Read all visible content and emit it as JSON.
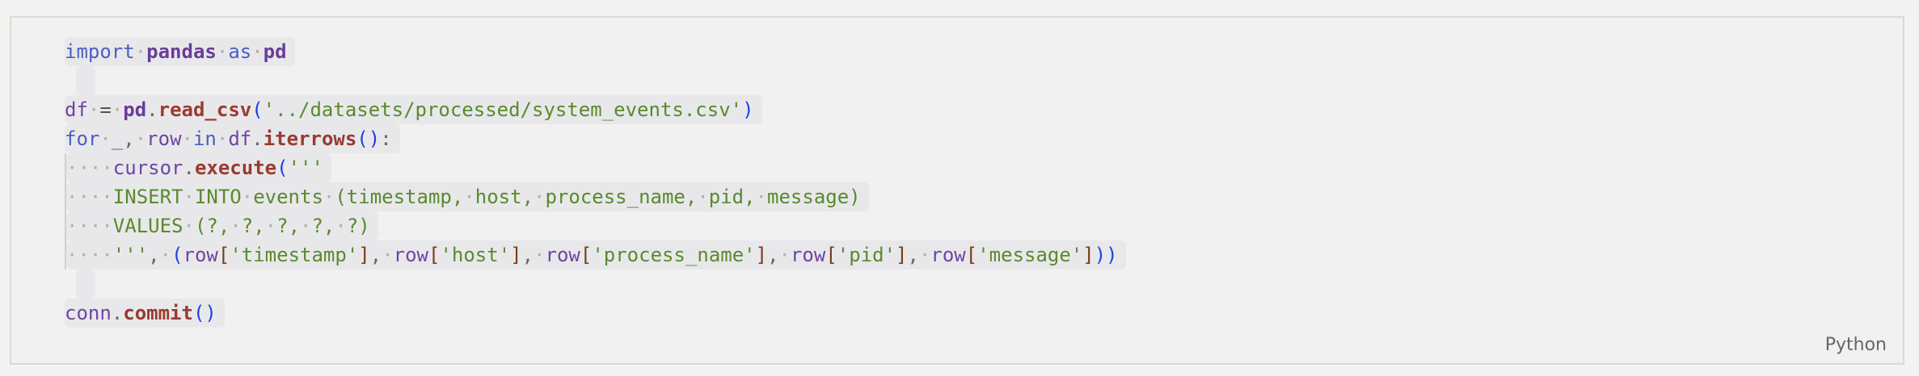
{
  "language_label": "Python",
  "colors": {
    "keyword": "#4b5fc0",
    "module": "#6a3d9a",
    "function": "#9b3a2f",
    "string": "#5a8a2c",
    "paren": "#1f3fe6"
  },
  "code_lines": [
    [
      [
        "kw",
        "import"
      ],
      [
        "ws",
        "·"
      ],
      [
        "mod",
        "pandas"
      ],
      [
        "ws",
        "·"
      ],
      [
        "kw",
        "as"
      ],
      [
        "ws",
        "·"
      ],
      [
        "mod",
        "pd"
      ]
    ],
    [],
    [
      [
        "var",
        "df"
      ],
      [
        "ws",
        "·"
      ],
      [
        "op",
        "="
      ],
      [
        "ws",
        "·"
      ],
      [
        "mod",
        "pd"
      ],
      [
        "punc",
        "."
      ],
      [
        "fn",
        "read_csv"
      ],
      [
        "paren",
        "("
      ],
      [
        "str",
        "'../datasets/processed/system_events.csv'"
      ],
      [
        "paren",
        ")"
      ]
    ],
    [
      [
        "kw",
        "for"
      ],
      [
        "ws",
        "·"
      ],
      [
        "var",
        "_"
      ],
      [
        "punc",
        ","
      ],
      [
        "ws",
        "·"
      ],
      [
        "var",
        "row"
      ],
      [
        "ws",
        "·"
      ],
      [
        "kw",
        "in"
      ],
      [
        "ws",
        "·"
      ],
      [
        "var",
        "df"
      ],
      [
        "punc",
        "."
      ],
      [
        "fn",
        "iterrows"
      ],
      [
        "paren",
        "()"
      ],
      [
        "punc",
        ":"
      ]
    ],
    [
      [
        "ws",
        "····"
      ],
      [
        "var",
        "cursor"
      ],
      [
        "punc",
        "."
      ],
      [
        "fn",
        "execute"
      ],
      [
        "paren",
        "("
      ],
      [
        "str",
        "'''"
      ]
    ],
    [
      [
        "ws",
        "····"
      ],
      [
        "str",
        "INSERT"
      ],
      [
        "ws",
        "·"
      ],
      [
        "str",
        "INTO"
      ],
      [
        "ws",
        "·"
      ],
      [
        "str",
        "events"
      ],
      [
        "ws",
        "·"
      ],
      [
        "str",
        "(timestamp,"
      ],
      [
        "ws",
        "·"
      ],
      [
        "str",
        "host,"
      ],
      [
        "ws",
        "·"
      ],
      [
        "str",
        "process_name,"
      ],
      [
        "ws",
        "·"
      ],
      [
        "str",
        "pid,"
      ],
      [
        "ws",
        "·"
      ],
      [
        "str",
        "message)"
      ]
    ],
    [
      [
        "ws",
        "····"
      ],
      [
        "str",
        "VALUES"
      ],
      [
        "ws",
        "·"
      ],
      [
        "str",
        "(?,"
      ],
      [
        "ws",
        "·"
      ],
      [
        "str",
        "?,"
      ],
      [
        "ws",
        "·"
      ],
      [
        "str",
        "?,"
      ],
      [
        "ws",
        "·"
      ],
      [
        "str",
        "?,"
      ],
      [
        "ws",
        "·"
      ],
      [
        "str",
        "?)"
      ]
    ],
    [
      [
        "ws",
        "····"
      ],
      [
        "str",
        "'''"
      ],
      [
        "punc",
        ","
      ],
      [
        "ws",
        "·"
      ],
      [
        "paren",
        "("
      ],
      [
        "var",
        "row"
      ],
      [
        "brk",
        "["
      ],
      [
        "str",
        "'timestamp'"
      ],
      [
        "brk",
        "]"
      ],
      [
        "punc",
        ","
      ],
      [
        "ws",
        "·"
      ],
      [
        "var",
        "row"
      ],
      [
        "brk",
        "["
      ],
      [
        "str",
        "'host'"
      ],
      [
        "brk",
        "]"
      ],
      [
        "punc",
        ","
      ],
      [
        "ws",
        "·"
      ],
      [
        "var",
        "row"
      ],
      [
        "brk",
        "["
      ],
      [
        "str",
        "'process_name'"
      ],
      [
        "brk",
        "]"
      ],
      [
        "punc",
        ","
      ],
      [
        "ws",
        "·"
      ],
      [
        "var",
        "row"
      ],
      [
        "brk",
        "["
      ],
      [
        "str",
        "'pid'"
      ],
      [
        "brk",
        "]"
      ],
      [
        "punc",
        ","
      ],
      [
        "ws",
        "·"
      ],
      [
        "var",
        "row"
      ],
      [
        "brk",
        "["
      ],
      [
        "str",
        "'message'"
      ],
      [
        "brk",
        "]"
      ],
      [
        "paren",
        ")"
      ],
      [
        "paren",
        ")"
      ]
    ],
    [],
    [
      [
        "var",
        "conn"
      ],
      [
        "punc",
        "."
      ],
      [
        "fn",
        "commit"
      ],
      [
        "paren",
        "()"
      ]
    ]
  ]
}
